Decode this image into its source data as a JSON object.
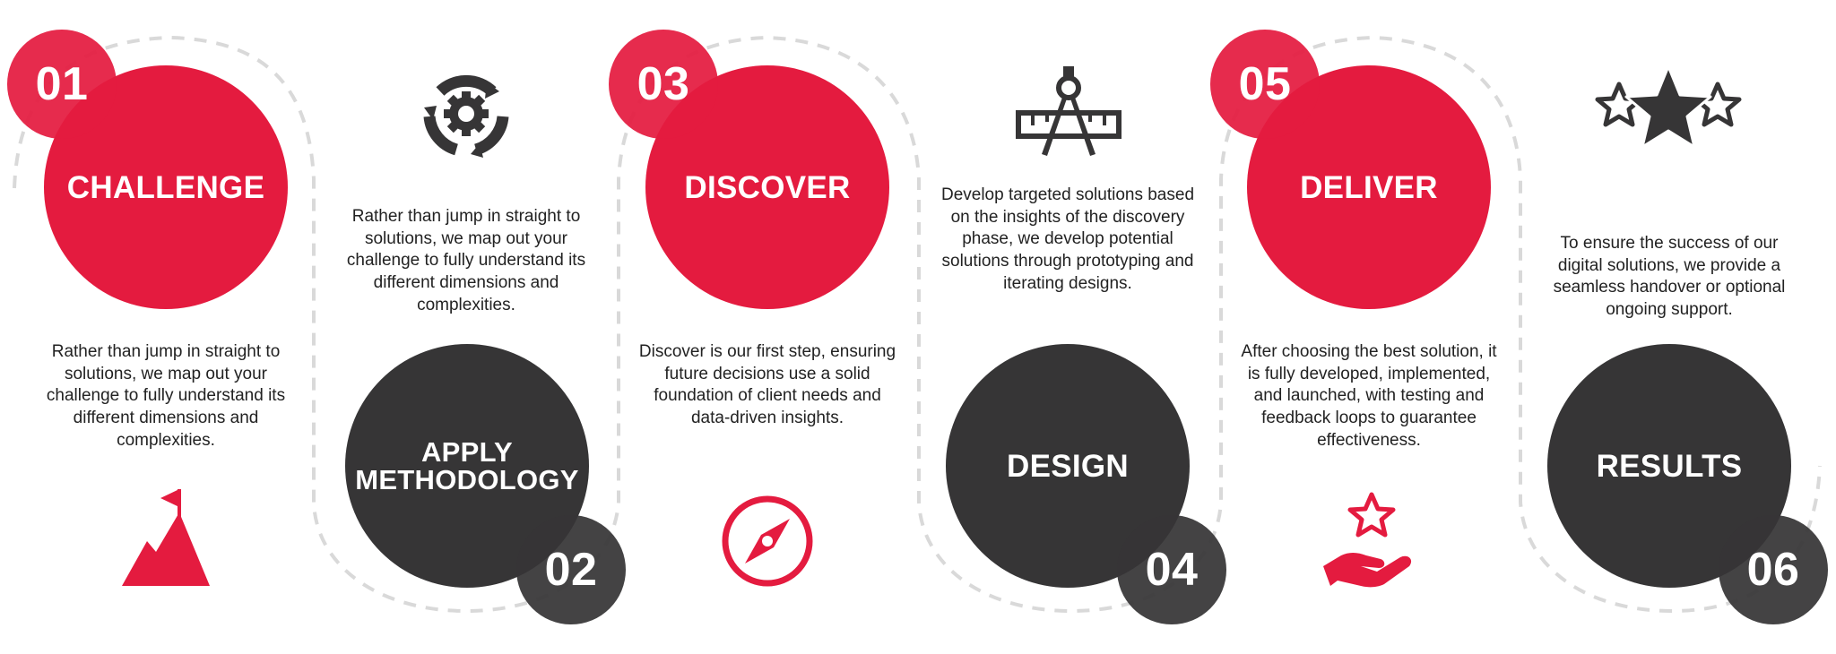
{
  "steps": [
    {
      "number": "01",
      "title": "CHALLENGE",
      "description": "Rather than jump in straight to solutions, we map out your challenge to fully understand its different dimensions and complexities.",
      "icon": "mountain-flag-icon",
      "color": "#e41b3f"
    },
    {
      "number": "02",
      "title": "APPLY METHODOLOGY",
      "description": "Rather than jump in straight to solutions, we map out your challenge to fully understand its different dimensions and complexities.",
      "icon": "cycle-gear-icon",
      "color": "#363536"
    },
    {
      "number": "03",
      "title": "DISCOVER",
      "description": "Discover is our first step, ensuring future decisions use a solid foundation of client needs and data-driven insights.",
      "icon": "compass-icon",
      "color": "#e41b3f"
    },
    {
      "number": "04",
      "title": "DESIGN",
      "description": "Develop targeted solutions based on the insights of the discovery phase, we develop potential solutions through prototyping and iterating designs.",
      "icon": "drafting-compass-icon",
      "color": "#363536"
    },
    {
      "number": "05",
      "title": "DELIVER",
      "description": "After choosing the best solution, it is fully developed, implemented, and launched, with testing and feedback loops to guarantee effectiveness.",
      "icon": "hand-star-icon",
      "color": "#e41b3f"
    },
    {
      "number": "06",
      "title": "RESULTS",
      "description": "To ensure the success of our digital solutions, we provide a seamless handover or optional ongoing support.",
      "icon": "three-stars-icon",
      "color": "#363536"
    }
  ]
}
